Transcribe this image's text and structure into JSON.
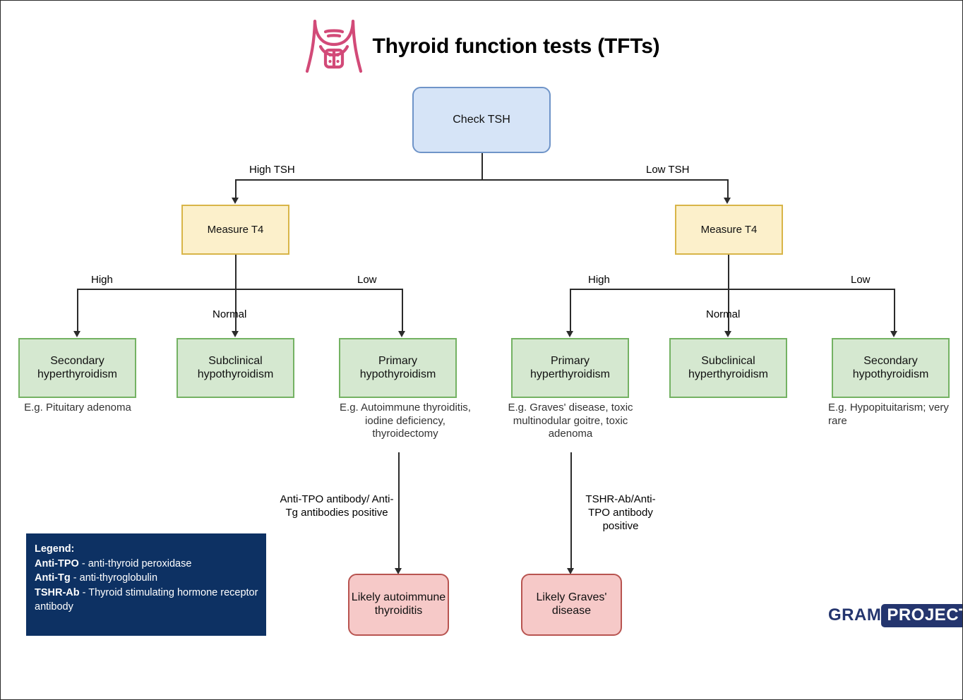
{
  "title": "Thyroid function tests (TFTs)",
  "icon": "thyroid-neck-icon",
  "colors": {
    "blue_fill": "#d6e4f7",
    "blue_stroke": "#6f94c8",
    "yellow_fill": "#fcf0cb",
    "yellow_stroke": "#d8b548",
    "green_fill": "#d5e8d0",
    "green_stroke": "#74b263",
    "pink_fill": "#f6c9c8",
    "pink_stroke": "#b85450",
    "legend_bg": "#0d3163",
    "logo_navy": "#24356e",
    "icon_pink": "#d24a78",
    "line": "#2b2b2b"
  },
  "nodes": {
    "root": "Check TSH",
    "measure_left": "Measure T4",
    "measure_right": "Measure T4",
    "secondary_hyper": "Secondary hyperthyroidism",
    "subclinical_hypo": "Subclinical hypothyroidism",
    "primary_hypo": "Primary hypothyroidism",
    "primary_hyper": "Primary hyperthyroidism",
    "subclinical_hyper": "Subclinical hyperthyroidism",
    "secondary_hypo": "Secondary hypothyroidism",
    "likely_autoimmune": "Likely autoimmune thyroiditis",
    "likely_graves": "Likely Graves' disease"
  },
  "edge_labels": {
    "high_tsh": "High TSH",
    "low_tsh": "Low TSH",
    "left_high": "High",
    "left_normal": "Normal",
    "left_low": "Low",
    "right_high": "High",
    "right_normal": "Normal",
    "right_low": "Low"
  },
  "captions": {
    "secondary_hyper": "E.g. Pituitary adenoma",
    "primary_hypo": "E.g. Autoimmune thyroiditis, iodine deficiency, thyroidectomy",
    "primary_hyper": "E.g. Graves' disease, toxic multinodular goitre, toxic adenoma",
    "secondary_hypo": "E.g. Hypopituitarism; very rare"
  },
  "annotations": {
    "left_antibody": "Anti-TPO antibody/ Anti-Tg antibodies positive",
    "right_antibody": "TSHR-Ab/Anti-TPO antibody positive"
  },
  "legend": {
    "heading": "Legend:",
    "items": [
      {
        "term": "Anti-TPO",
        "sep": " - ",
        "definition": "anti-thyroid peroxidase"
      },
      {
        "term": "Anti-Tg",
        "sep": " - ",
        "definition": "anti-thyroglobulin"
      },
      {
        "term": "TSHR-Ab",
        "sep": " - ",
        "definition": "Thyroid stimulating hormone receptor antibody"
      }
    ]
  },
  "logo": {
    "part1": "GRAM",
    "part2": "PROJECT"
  }
}
